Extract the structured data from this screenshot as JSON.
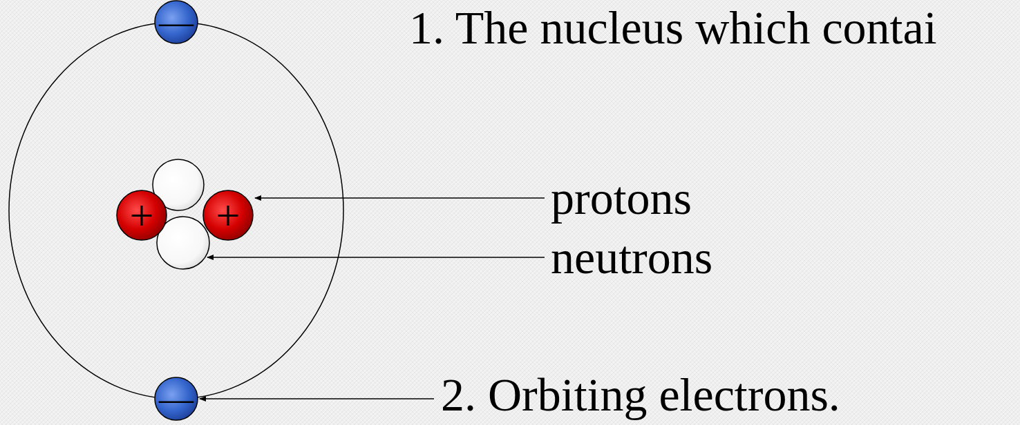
{
  "diagram": {
    "nodes": [
      {
        "text": [
          "—"
        ]
      },
      {
        "text": [
          "+"
        ]
      },
      {
        "text": [
          "+"
        ]
      },
      {
        "text": [
          "—"
        ]
      }
    ],
    "labels": [
      "1. The nucleus which contai",
      "protons",
      "neutrons",
      "2. Orbiting electrons."
    ]
  }
}
